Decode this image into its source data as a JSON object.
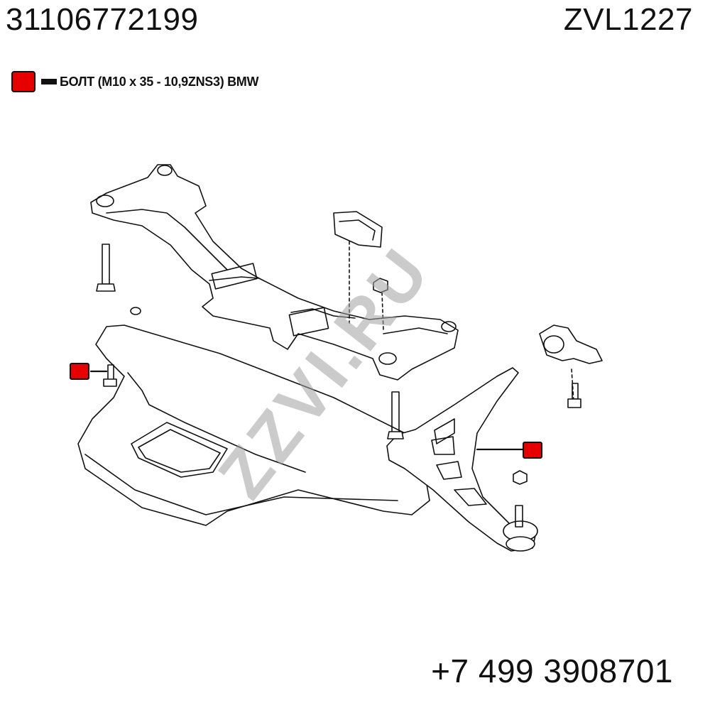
{
  "header": {
    "part_number": "31106772199",
    "ref_code": "ZVL1227"
  },
  "legend": {
    "swatch_color": "#e60000",
    "label": "БОЛТ (M10 x 35 - 10,9ZNS3) BMW"
  },
  "watermark": "ZZVI.RU",
  "contact": {
    "phone": "+7 499 3908701"
  },
  "colors": {
    "highlight": "#e60000",
    "line": "#111111"
  }
}
